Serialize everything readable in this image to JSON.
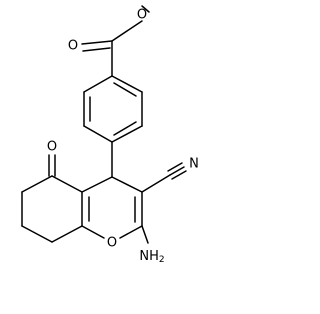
{
  "atom_labels": {
    "ester_o_methoxy": "O",
    "ester_o_carbonyl": "O",
    "ketone_o": "O",
    "nitrile_n": "N",
    "ring_o": "O",
    "amino_h2n": "NH",
    "amino_sub": "2"
  },
  "colors": {
    "line": "#000000",
    "background": "#ffffff"
  }
}
